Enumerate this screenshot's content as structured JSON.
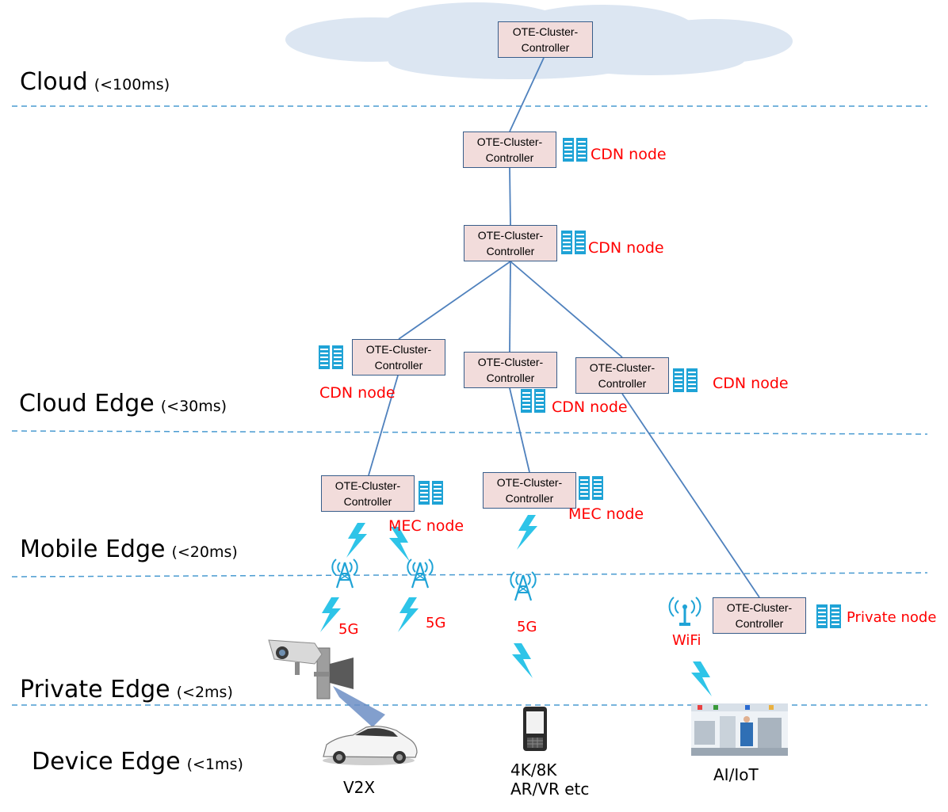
{
  "tiers": [
    {
      "name": "Cloud",
      "latency": "(<100ms)"
    },
    {
      "name": "Cloud Edge",
      "latency": "(<30ms)"
    },
    {
      "name": "Mobile Edge",
      "latency": "(<20ms)"
    },
    {
      "name": "Private Edge",
      "latency": "(<2ms)"
    },
    {
      "name": "Device Edge",
      "latency": "(<1ms)"
    }
  ],
  "controller_label": {
    "line1": "OTE-Cluster-",
    "line2": "Controller"
  },
  "node_labels": {
    "cdn": "CDN node",
    "mec": "MEC node",
    "private": "Private node"
  },
  "wireless_labels": {
    "five_g": "5G",
    "wifi": "WiFi"
  },
  "devices": {
    "v2x": "V2X",
    "mobile_line1": "4K/8K",
    "mobile_line2": "AR/VR etc",
    "iot": "AI/IoT"
  },
  "colors": {
    "controller_fill": "#f2dcdb",
    "controller_border": "#385d8a",
    "link": "#4f81bd",
    "tier_divider": "#4a9bd1",
    "node_label": "#ff0000",
    "server_icon": "#1fa3d6",
    "bolt": "#2ec4e8",
    "cloud": "#dce6f2"
  },
  "icons": [
    "cloud-shape",
    "server-icon",
    "lightning-icon",
    "cell-tower-icon",
    "wifi-antenna-icon",
    "cctv-camera-icon",
    "car-icon",
    "mobile-phone-icon",
    "factory-iot-icon"
  ]
}
